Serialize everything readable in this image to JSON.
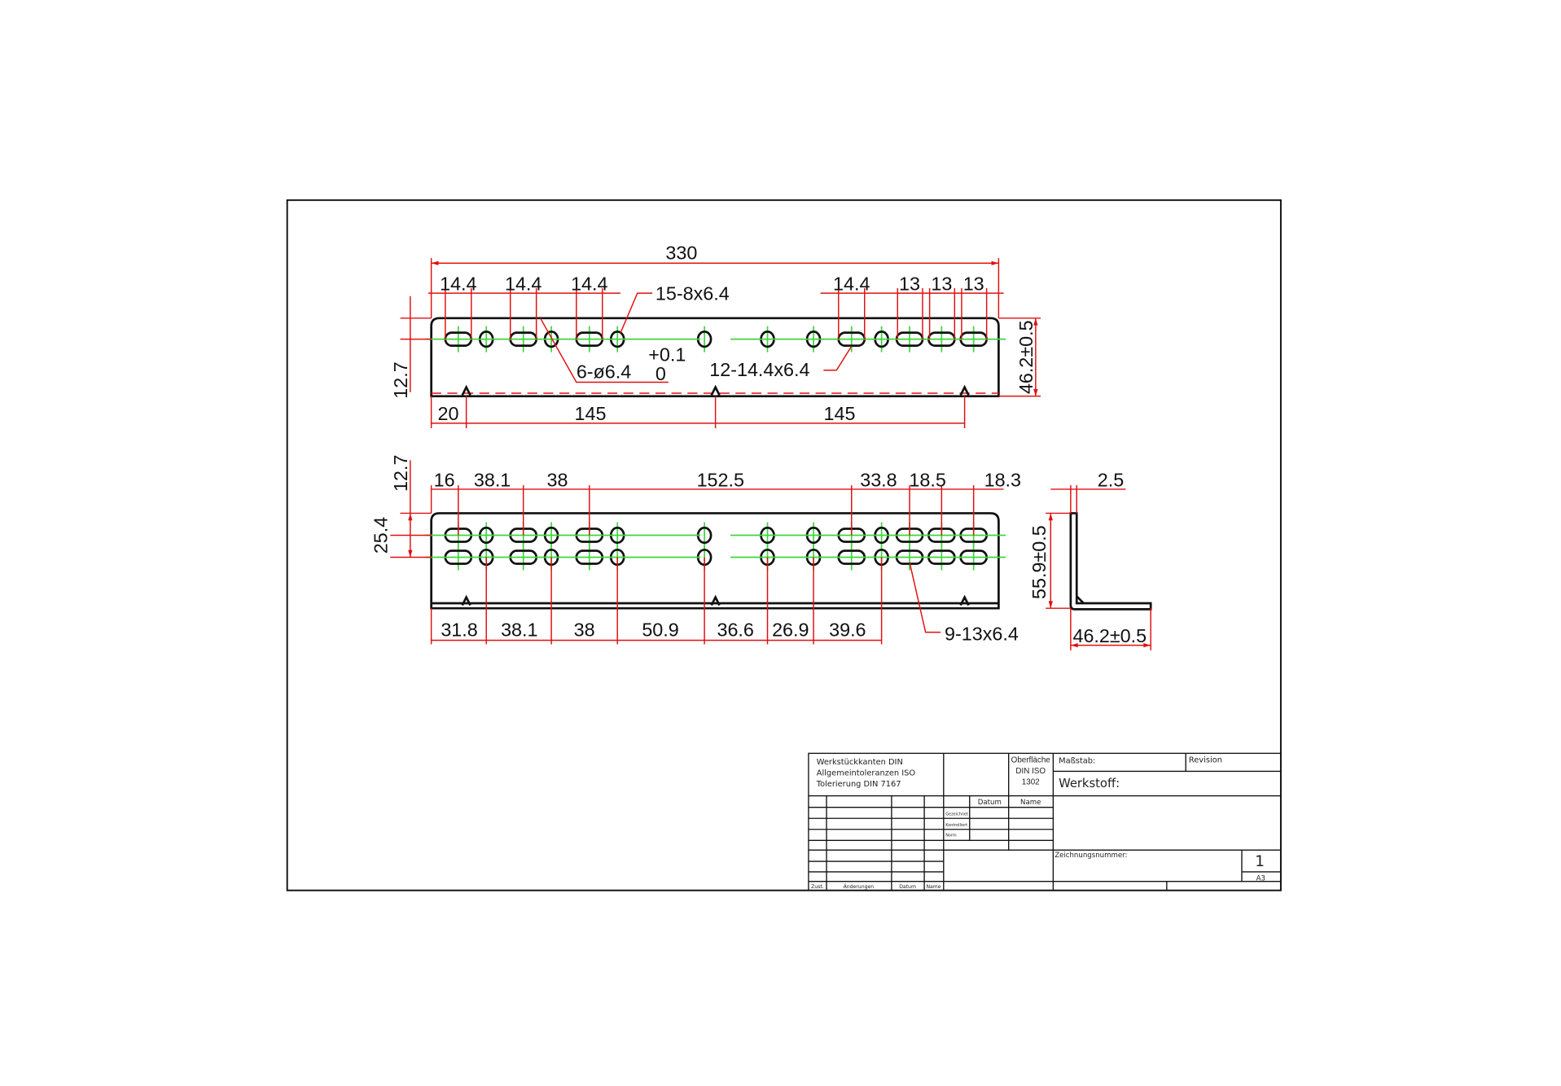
{
  "top_view": {
    "overall_length": "330",
    "slot_pitch_labels": [
      "14.4",
      "14.4",
      "14.4",
      "14.4",
      "13",
      "13",
      "13"
    ],
    "leader_slots_small": "15-8x6.4",
    "leader_holes": "6-ø6.4",
    "tol_upper": "+0.1",
    "tol_lower": "0",
    "leader_slots_long": "12-14.4x6.4",
    "offset_height": "12.7",
    "width_tol": "46.2±0.5",
    "bottom_dims": [
      "20",
      "145",
      "145"
    ]
  },
  "bottom_view": {
    "offset_height": "12.7",
    "row_spacing": "25.4",
    "top_dims": [
      "16",
      "38.1",
      "38",
      "152.5",
      "33.8",
      "18.5",
      "18.3"
    ],
    "bottom_dims": [
      "31.8",
      "38.1",
      "38",
      "50.9",
      "36.6",
      "26.9",
      "39.6"
    ],
    "leader_slots": "9-13x6.4"
  },
  "side_view": {
    "thickness": "2.5",
    "height_tol": "55.9±0.5",
    "width_tol": "46.2±0.5"
  },
  "title_block": {
    "notes": [
      "Werkstückkanten DIN",
      "Allgemeintoleranzen ISO",
      "Tolerierung DIN 7167"
    ],
    "surface": [
      "Oberfläche",
      "DIN ISO",
      "1302"
    ],
    "scale_label": "Maßstab:",
    "revision_label": "Revision",
    "material_label": "Werkstoff:",
    "datum_label": "Datum",
    "name_label": "Name",
    "drawn": "Gezeichnet",
    "checked": "Kontrolliert",
    "norm": "Norm",
    "drawing_number_label": "Zeichnungsnummer:",
    "sheet": "1",
    "format": "A3",
    "rev_cols": [
      "Zust.",
      "Änderungen",
      "Datum",
      "Name"
    ]
  },
  "colors": {
    "dimension": "#e01010",
    "centerline": "#3ed63e",
    "outline": "#111111"
  }
}
